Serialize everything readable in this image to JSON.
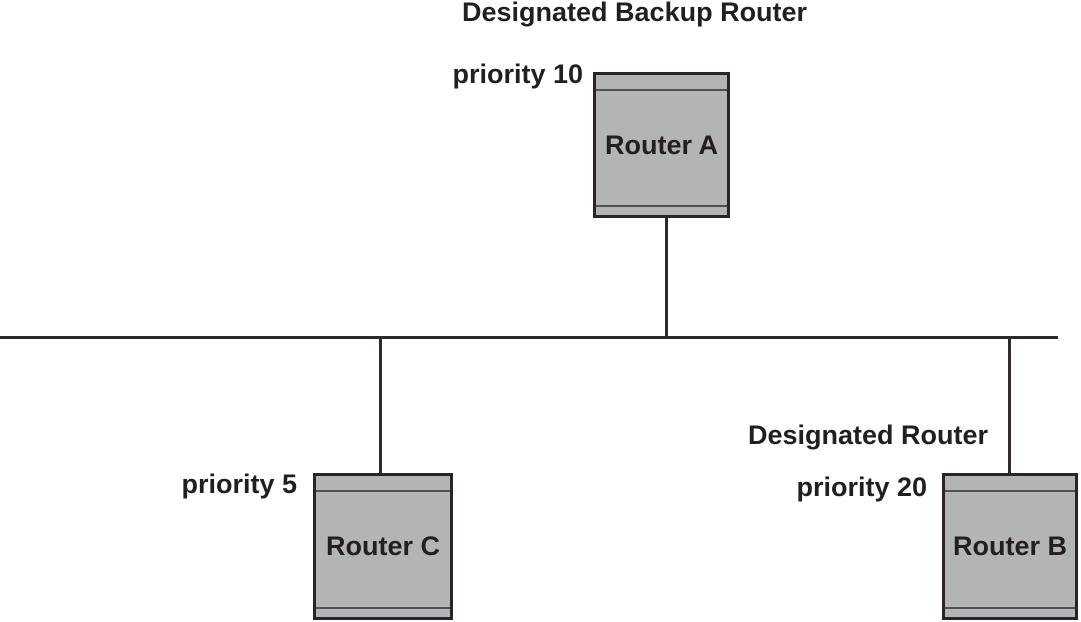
{
  "colors": {
    "background": "#ffffff",
    "box_fill": "#b3b4b6",
    "box_border": "#2d2226",
    "panel_line": "#4f5053",
    "wire": "#2e2a2b",
    "text": "#231f20"
  },
  "routers": {
    "a": {
      "name": "Router A",
      "priority": "priority 10",
      "role": "Designated Backup Router"
    },
    "b": {
      "name": "Router B",
      "priority": "priority 20",
      "role": "Designated Router"
    },
    "c": {
      "name": "Router C",
      "priority": "priority 5"
    }
  }
}
